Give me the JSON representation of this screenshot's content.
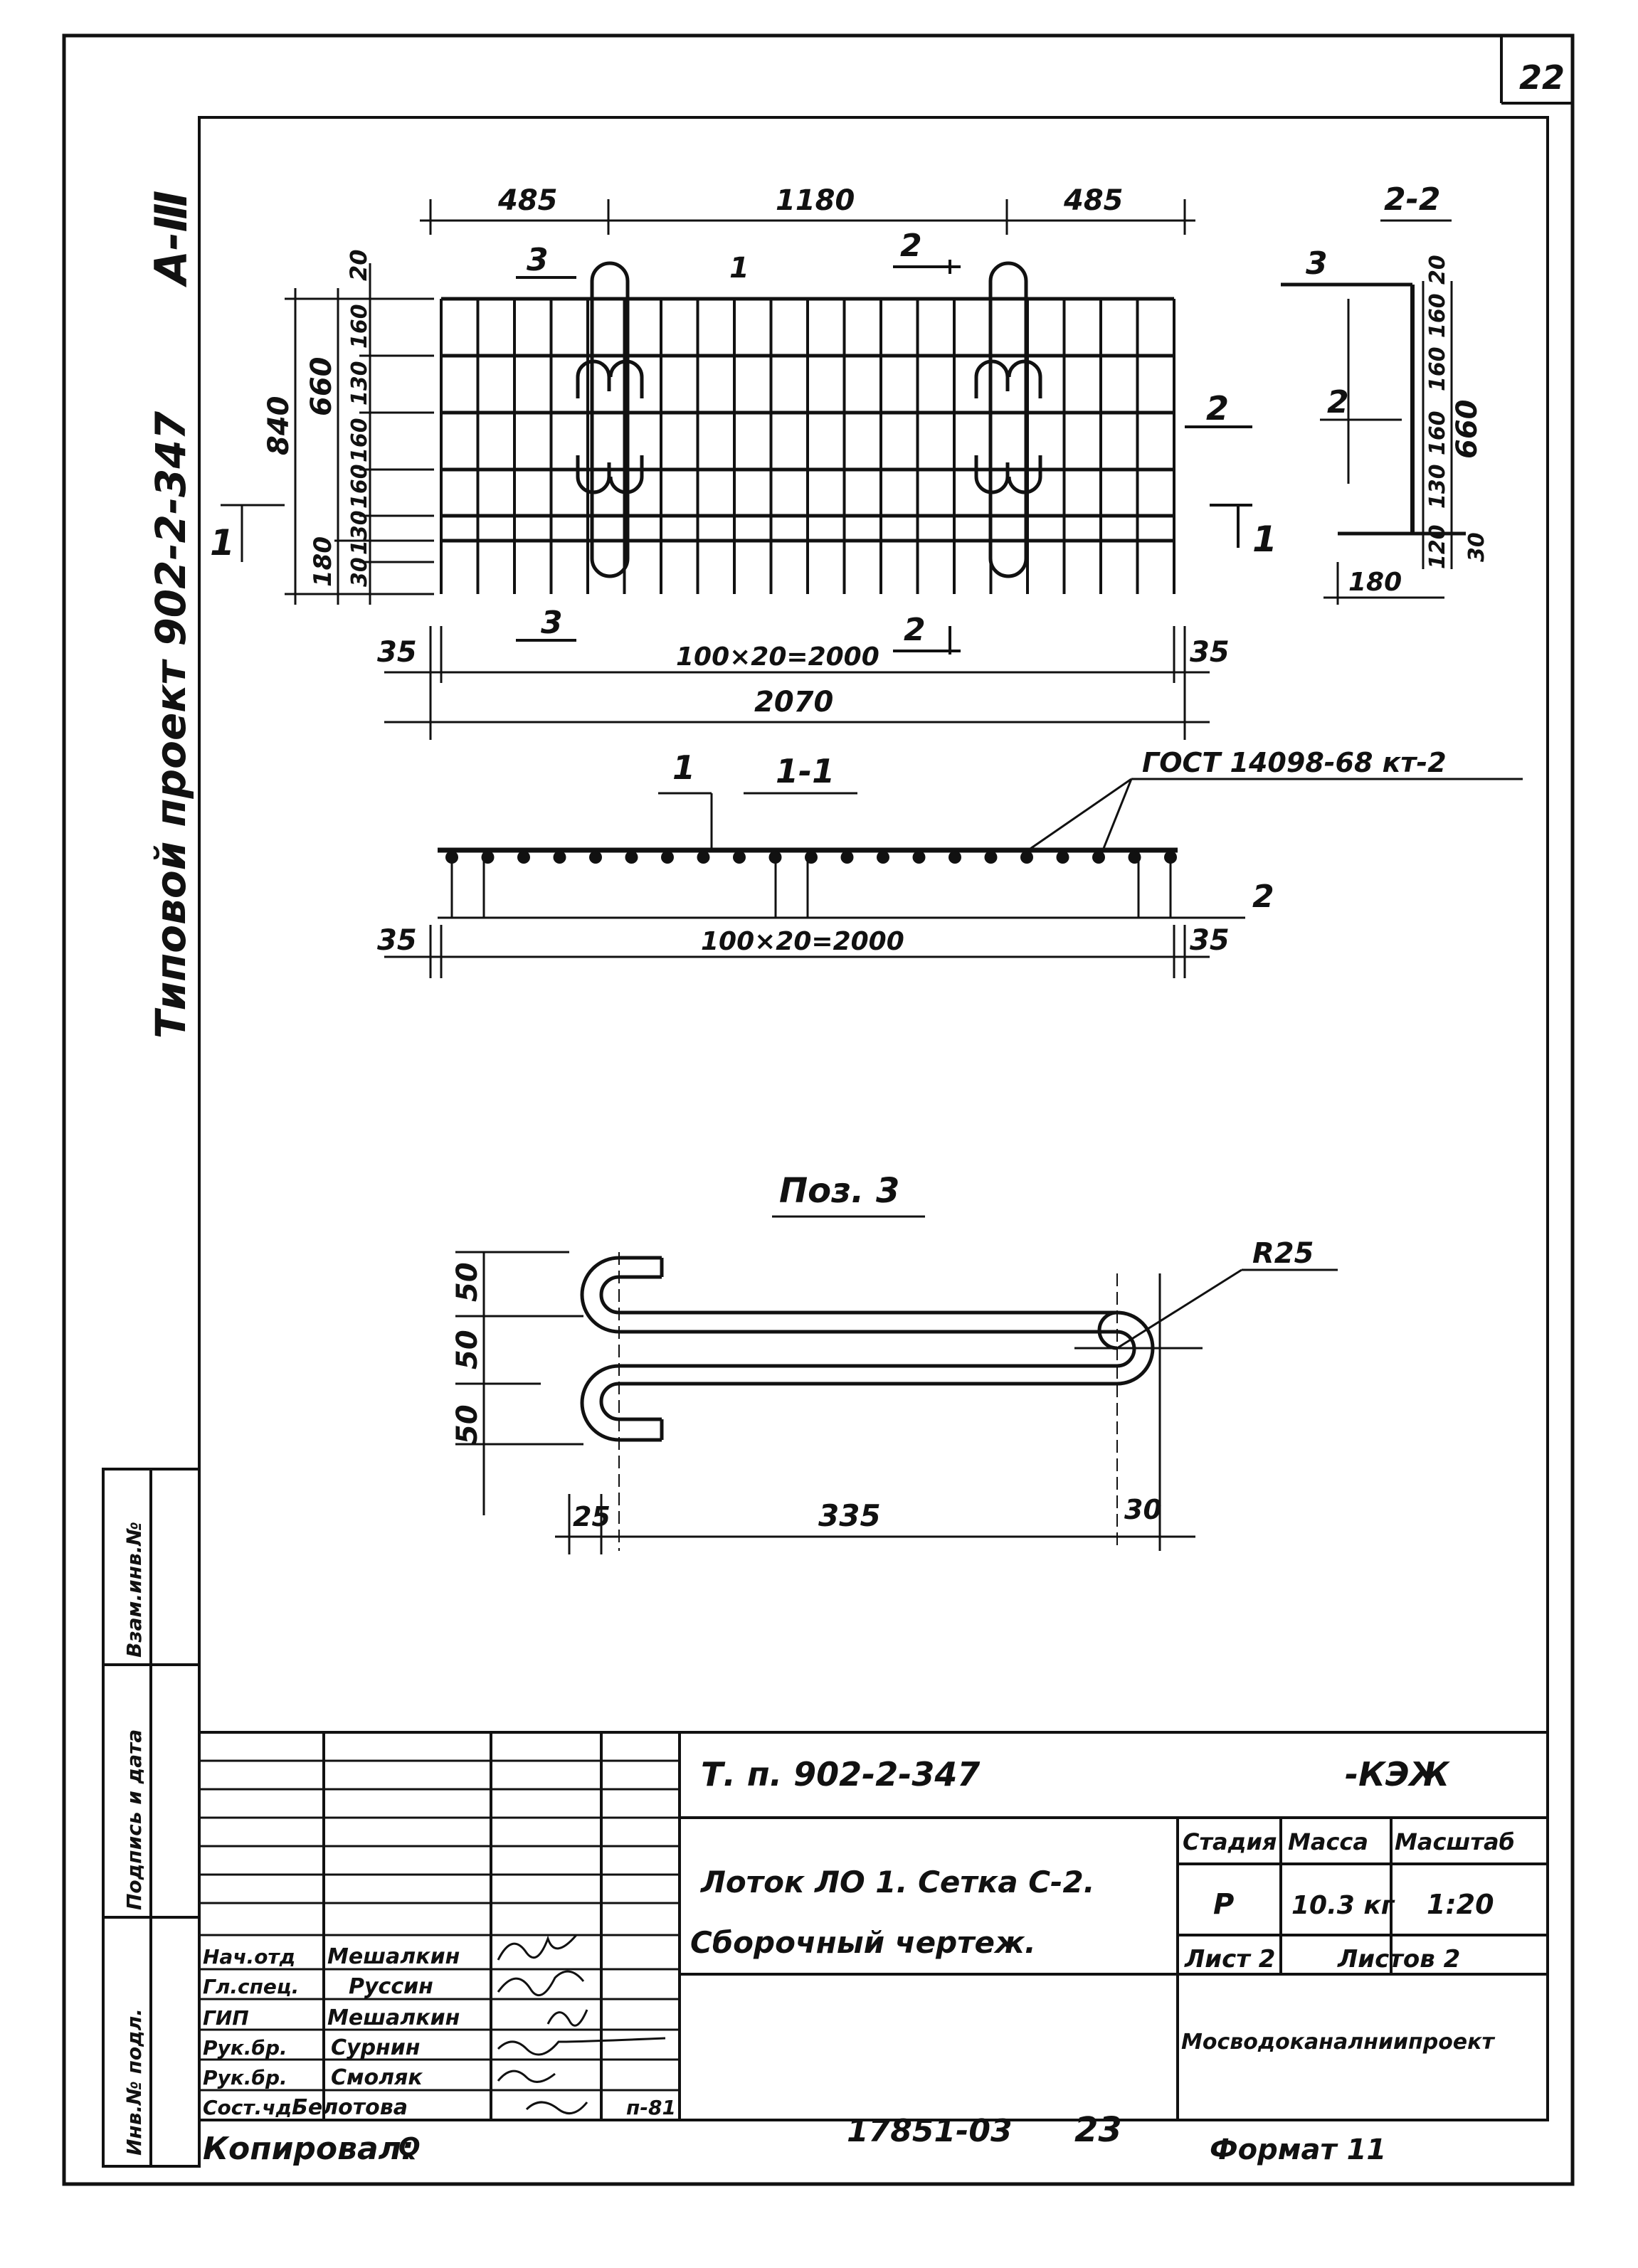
{
  "sheet_number": "22",
  "project_vertical": "Типовой проект 902-2-347",
  "steel_grade": "А-Ⅲ",
  "plan": {
    "dims_top": [
      "485",
      "1180",
      "485"
    ],
    "dims_bottom_inner": "100×20=2000",
    "dim_total": "2070",
    "edge_left": "35",
    "edge_right": "35",
    "left_outer": "840",
    "left_mid": "660",
    "left_bottom": "180",
    "left_small": [
      "20",
      "160",
      "130",
      "160",
      "160",
      "130",
      "30"
    ],
    "cut_labels": {
      "c1": "1",
      "c2": "2",
      "c3": "3"
    },
    "pos_marker": "1"
  },
  "section_22": {
    "title": "2-2",
    "marker_top": "3",
    "marker_mid": "2",
    "right_small": [
      "20",
      "160",
      "160",
      "160",
      "130",
      "120",
      "30"
    ],
    "right_total": "660",
    "bottom": "180"
  },
  "section_11": {
    "title": "1-1",
    "pos_left": "1",
    "pos_right": "2",
    "gost": "ГОСТ 14098-68 кт-2",
    "dim": "100×20=2000",
    "edge_left": "35",
    "edge_right": "35"
  },
  "pos3": {
    "title": "Поз. 3",
    "radius": "R25",
    "dims_left": [
      "50",
      "50",
      "50"
    ],
    "dims_bottom": [
      "25",
      "335",
      "30"
    ]
  },
  "side_stamp": [
    "Взам.инв.№",
    "Подпись и дата",
    "Инв.№ подл."
  ],
  "title_block": {
    "doc_code": "Т. п. 902-2-347",
    "mark": "-КЭЖ",
    "title_line1": "Лоток ЛО 1. Сетка С-2.",
    "title_line2": "Сборочный    чертеж.",
    "col_headers": [
      "Стадия",
      "Масса",
      "Масштаб"
    ],
    "stage": "Р",
    "mass": "10.3 кг",
    "scale": "1:20",
    "sheet_label": "Лист 2",
    "sheets_label": "Листов 2",
    "org": "Мосводоканалниипроект",
    "staff": [
      {
        "role": "Нач.отд",
        "name": "Мешалкин"
      },
      {
        "role": "Гл.спец.",
        "name": "Руссин"
      },
      {
        "role": "ГИП",
        "name": "Мешалкин"
      },
      {
        "role": "Рук.бр.",
        "name": "Сурнин"
      },
      {
        "role": "Рук.бр.",
        "name": "Смоляк"
      },
      {
        "role": "Сост.чд.",
        "name": "Белотова"
      }
    ],
    "staff_tail": "п-81"
  },
  "footer": {
    "copied": "Копировал:",
    "copied_sig": "Q",
    "archive": "17851-03",
    "archive_page": "23",
    "format": "Формат 11"
  }
}
